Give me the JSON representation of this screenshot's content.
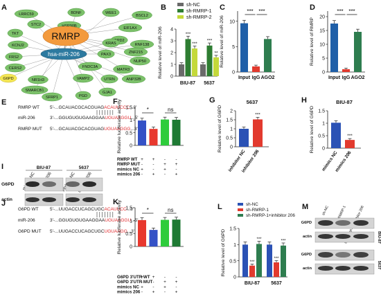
{
  "colors": {
    "net_node": "#7cc16a",
    "net_node_stroke": "#4f9a43",
    "hub_rmrp": "#f39a3d",
    "hub_mir": "#2d7aa0",
    "g6pd_node": "#f4e653",
    "nc_gray": "#6a6a6a",
    "rmrp1_green": "#2e7d32",
    "rmrp2_yellow": "#c4d93a",
    "input_blue": "#1f5fa8",
    "igg_red": "#e23a2e",
    "ago2_green": "#2e7d4f",
    "lucifer_blue": "#3451c6",
    "lucifer_red": "#e8382e",
    "lucifer_green": "#2ecc3c",
    "lucifer_darkgreen": "#1f7a34",
    "g6pd_blue": "#2b52b5",
    "g6pd_red": "#e23a2e",
    "seq_red": "#e0262a"
  },
  "panelA": {
    "letter": "A",
    "hubs": [
      "RMRP",
      "hsa-miR-206"
    ],
    "nodes": [
      "LRRC59",
      "BDNF",
      "WEE1",
      "BSCL2",
      "STC2",
      "HSP90B",
      "EIF1AX",
      "TKT",
      "GPD2",
      "KRAS",
      "RNF138",
      "KCNJ2",
      "ZNF215",
      "FRS2",
      "PAX3",
      "NUP50",
      "CERS2",
      "FNDC3A",
      "MATR3",
      "G6PD",
      "NR1H3",
      "VAMP2",
      "UTRN",
      "ANP32B",
      "SMARCB1",
      "SFRP1",
      "PGD",
      "GJA1"
    ]
  },
  "panelE": {
    "letter": "E",
    "rows": [
      {
        "label": "RMRP WT",
        "seq_black": "5'-...GCAUACGCACGUAG",
        "seq_red": "ACAUUCCC",
        "seq_end": "...3'"
      },
      {
        "label": "miR-206",
        "seq_black": "3'-...GGUGUGUGAAGGAA",
        "seq_red": "UGUAAGGU",
        "seq_end": "...5'"
      },
      {
        "label": "RMRP MUT",
        "seq_black": "5'-...GCAUACGCACGUAG",
        "seq_red": "UGUAAGGG",
        "seq_end": "...3'"
      }
    ]
  },
  "panelJ": {
    "letter": "J",
    "rows": [
      {
        "label": "G6PD WT",
        "seq_black": "5'-...UUGACCUCAGCUGC",
        "seq_red": "ACAUUCC",
        "seq_end": "...3'"
      },
      {
        "label": "miR-206",
        "seq_black": "3'-...GGUGUGUGAAGGAA",
        "seq_red": "UGUAAGGU",
        "seq_end": "...5'"
      },
      {
        "label": "G6PD MUT",
        "seq_black": "5'-...UUGACCUCAGCUGC",
        "seq_red": "UGUAAGG",
        "seq_end": "...3'"
      }
    ]
  },
  "panelI": {
    "letter": "I",
    "group_labels": [
      "BIU-87",
      "5637"
    ],
    "lane_labels": [
      "mimics NC",
      "mimics 206",
      "inhibitor NC",
      "inhibitor 206"
    ],
    "row_labels": [
      "G6PD",
      "actin"
    ]
  },
  "panelM": {
    "letter": "M",
    "lane_labels": [
      "sh-NC",
      "sh-RMRP-1",
      "sh-RMRP-1+ inhibitor 206"
    ],
    "row_labels": [
      "G6PD",
      "actin",
      "G6PD",
      "actin"
    ],
    "group_labels": [
      "BIU-87",
      "5637"
    ]
  },
  "chart_data": [
    {
      "panel": "B",
      "type": "bar",
      "categories": [
        "BIU-87",
        "5637"
      ],
      "series": [
        {
          "name": "sh-NC",
          "values": [
            1.0,
            1.0
          ],
          "sig": [
            "",
            ""
          ]
        },
        {
          "name": "sh-RMRP-1",
          "values": [
            3.15,
            2.6
          ],
          "sig": [
            "***",
            "***"
          ]
        },
        {
          "name": "sh-RMRP-2",
          "values": [
            2.35,
            1.6
          ],
          "sig": [
            "***",
            "**"
          ]
        }
      ],
      "ylabel": "Relative level of miR-206",
      "ylim": [
        0,
        4
      ],
      "yticks": [
        0,
        1,
        2,
        3,
        4
      ],
      "legend": "top"
    },
    {
      "panel": "C",
      "type": "bar",
      "categories": [
        "Input",
        "IgG",
        "AGO2"
      ],
      "values": [
        9.6,
        1.1,
        6.5
      ],
      "ylabel": "Relative level of miR-206",
      "ylim": [
        0,
        12
      ],
      "yticks": [
        0,
        5,
        10
      ],
      "brackets": [
        {
          "from": 0,
          "to": 1,
          "label": "***"
        },
        {
          "from": 1,
          "to": 2,
          "label": "***"
        }
      ]
    },
    {
      "panel": "D",
      "type": "bar",
      "categories": [
        "Input",
        "IgG",
        "AGO2"
      ],
      "values": [
        17.5,
        1.0,
        14.5
      ],
      "ylabel": "Relative level of RMRP",
      "ylim": [
        0,
        22
      ],
      "yticks": [
        0,
        5,
        10,
        15,
        20
      ],
      "brackets": [
        {
          "from": 0,
          "to": 1,
          "label": "***"
        },
        {
          "from": 1,
          "to": 2,
          "label": "***"
        }
      ]
    },
    {
      "panel": "F",
      "type": "bar",
      "values": [
        0.98,
        0.65,
        1.02,
        1.01
      ],
      "ylabel": "Relative luciferase activity",
      "ylim": [
        0,
        1.5
      ],
      "yticks": [
        0,
        0.5,
        1.0,
        1.5
      ],
      "condition_labels": [
        "RMRP WT",
        "RMRP MUT",
        "mimics  NC",
        "mimics  206"
      ],
      "condition_signs": [
        [
          "+",
          "+",
          "-",
          "-"
        ],
        [
          "-",
          "-",
          "+",
          "+"
        ],
        [
          "+",
          "-",
          "+",
          "-"
        ],
        [
          "-",
          "+",
          "-",
          "+"
        ]
      ],
      "brackets": [
        {
          "from": 0,
          "to": 1,
          "label": "*"
        },
        {
          "from": 2,
          "to": 3,
          "label": "ns"
        }
      ]
    },
    {
      "panel": "G",
      "type": "bar",
      "title": "5637",
      "categories": [
        "inhibitor NC",
        "inhibitor 206"
      ],
      "values": [
        1.0,
        1.52
      ],
      "sig": [
        "",
        "***"
      ],
      "ylabel": "Relative level of G6PD",
      "ylim": [
        0,
        2.0
      ],
      "yticks": [
        0,
        0.5,
        1.0,
        1.5,
        2.0
      ]
    },
    {
      "panel": "H",
      "type": "bar",
      "title": "BIU-87",
      "categories": [
        "mimics NC",
        "mimics 206"
      ],
      "values": [
        1.02,
        0.33
      ],
      "sig": [
        "",
        "***"
      ],
      "ylabel": "Relative level of G6PD",
      "ylim": [
        0,
        1.5
      ],
      "yticks": [
        0,
        0.5,
        1.0,
        1.5
      ]
    },
    {
      "panel": "K",
      "type": "bar",
      "values": [
        1.02,
        0.64,
        1.03,
        1.04
      ],
      "ylabel": "Relative luciferase activity",
      "ylim": [
        0,
        1.5
      ],
      "yticks": [
        0,
        0.5,
        1.0,
        1.5
      ],
      "condition_labels": [
        "G6PD  3'UTR WT",
        "G6PD  3'UTR MUT",
        "mimics  NC",
        "mimics  206"
      ],
      "condition_signs": [
        [
          "+",
          "+",
          "-",
          "-"
        ],
        [
          "-",
          "-",
          "+",
          "+"
        ],
        [
          "+",
          "-",
          "+",
          "-"
        ],
        [
          "-",
          "+",
          "-",
          "+"
        ]
      ],
      "brackets": [
        {
          "from": 0,
          "to": 1,
          "label": "*"
        },
        {
          "from": 2,
          "to": 3,
          "label": "ns"
        }
      ]
    },
    {
      "panel": "L",
      "type": "bar",
      "categories": [
        "BIU-87",
        "5637"
      ],
      "series": [
        {
          "name": "sh-NC",
          "values": [
            1.0,
            1.0
          ],
          "sig": [
            "",
            ""
          ]
        },
        {
          "name": "sh-RMRP-1",
          "values": [
            0.35,
            0.45
          ],
          "sig": [
            "***",
            "***"
          ]
        },
        {
          "name": "sh-RMRP-1+inhibitor 206",
          "values": [
            1.02,
            0.97
          ],
          "sig": [
            "***",
            "***"
          ]
        }
      ],
      "ylabel": "Relative level of G6PD",
      "ylim": [
        0,
        1.5
      ],
      "yticks": [
        0,
        0.5,
        1.0,
        1.5
      ],
      "legend": "top"
    }
  ]
}
